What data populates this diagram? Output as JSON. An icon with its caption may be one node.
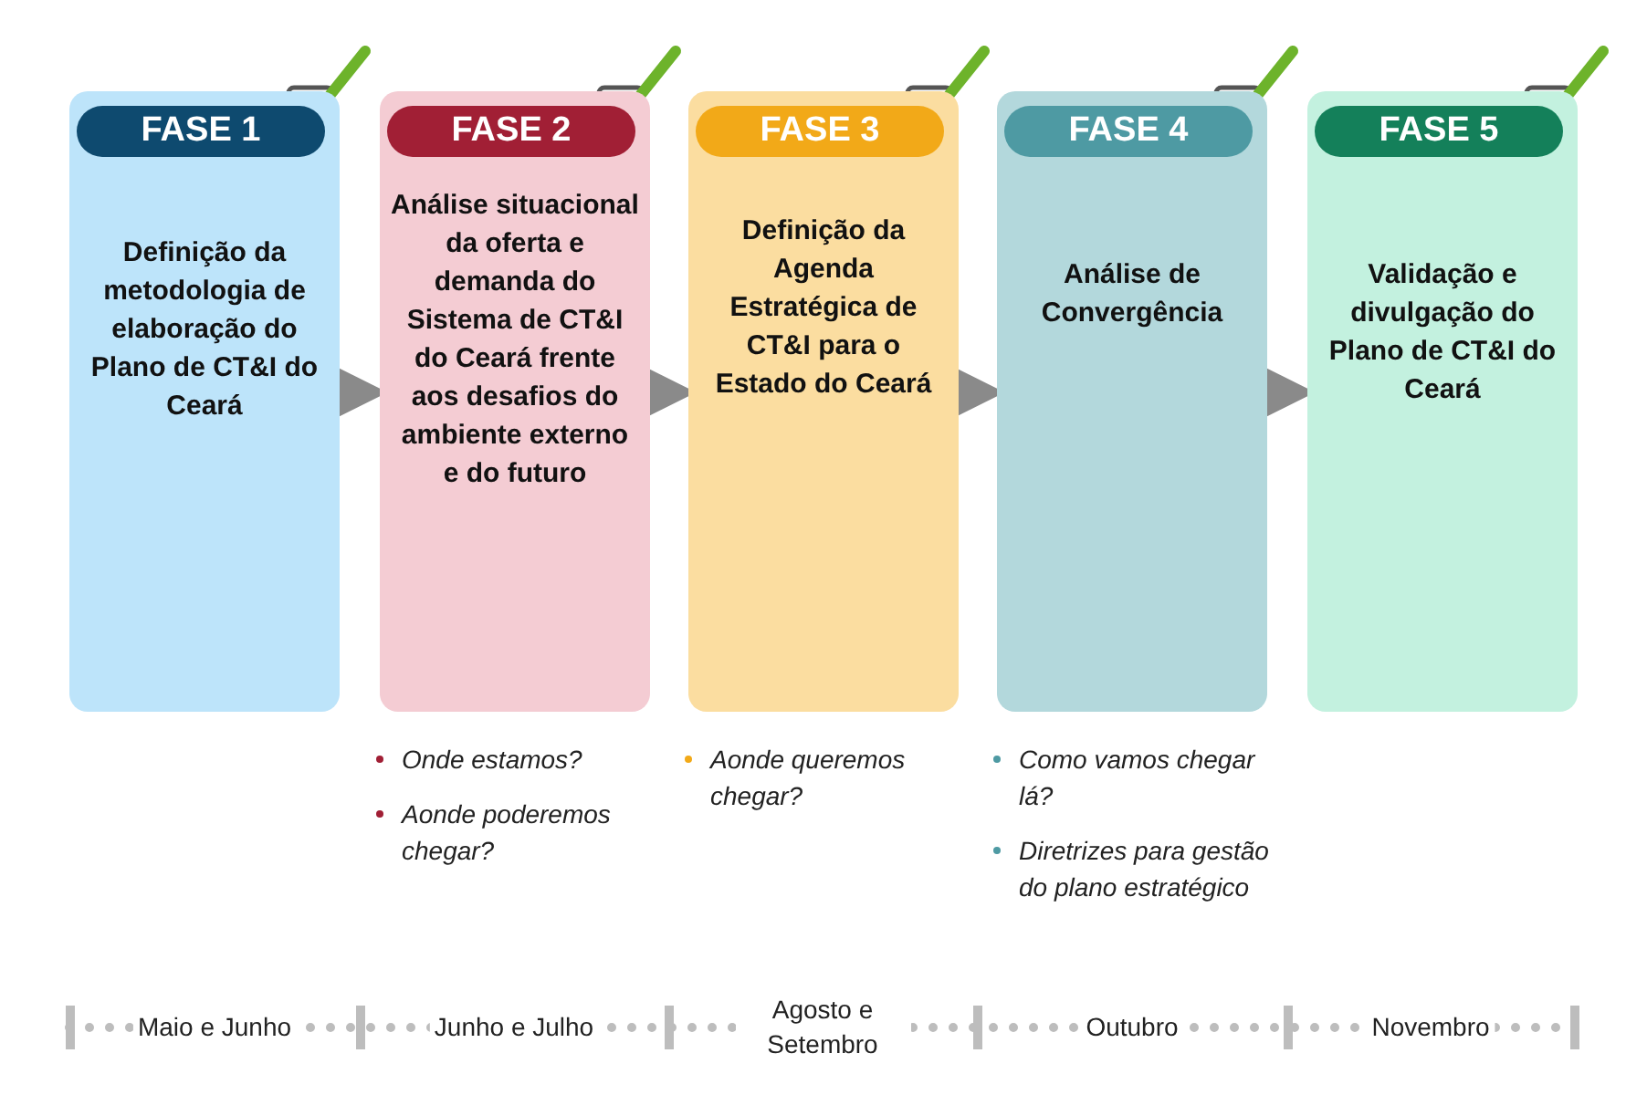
{
  "diagram": {
    "nodes": [
      {
        "text": [
          "FASE 1",
          "Definição da metodologia de elaboração do Plano de CT&I do Ceará"
        ]
      },
      {
        "text": [
          "FASE 2",
          "Análise situacional da oferta e demanda do Sistema de CT&I do Ceará frente aos desafios do ambiente externo e do futuro"
        ],
        "beside": [
          "Onde estamos?",
          "Aonde poderemos chegar?"
        ]
      },
      {
        "text": [
          "FASE 3",
          "Definição da Agenda Estratégica de CT&I para o Estado do Ceará"
        ],
        "beside": [
          "Aonde queremos chegar?"
        ]
      },
      {
        "text": [
          "FASE 4",
          "Análise de Convergência"
        ],
        "beside": [
          "Como vamos chegar lá?",
          "Diretrizes para gestão do plano estratégico"
        ]
      },
      {
        "text": [
          "FASE 5",
          "Validação e divulgação do Plano de CT&I do Ceará"
        ]
      }
    ],
    "edges": [
      {
        "from": 0,
        "to": 1,
        "arrow": "to"
      },
      {
        "from": 1,
        "to": 2,
        "arrow": "to"
      },
      {
        "from": 2,
        "to": 3,
        "arrow": "to"
      },
      {
        "from": 3,
        "to": 4,
        "arrow": "to"
      }
    ],
    "labels": [
      "Maio e Junho",
      "Junho e Julho",
      "Agosto e Setembro",
      "Outubro",
      "Novembro"
    ]
  }
}
